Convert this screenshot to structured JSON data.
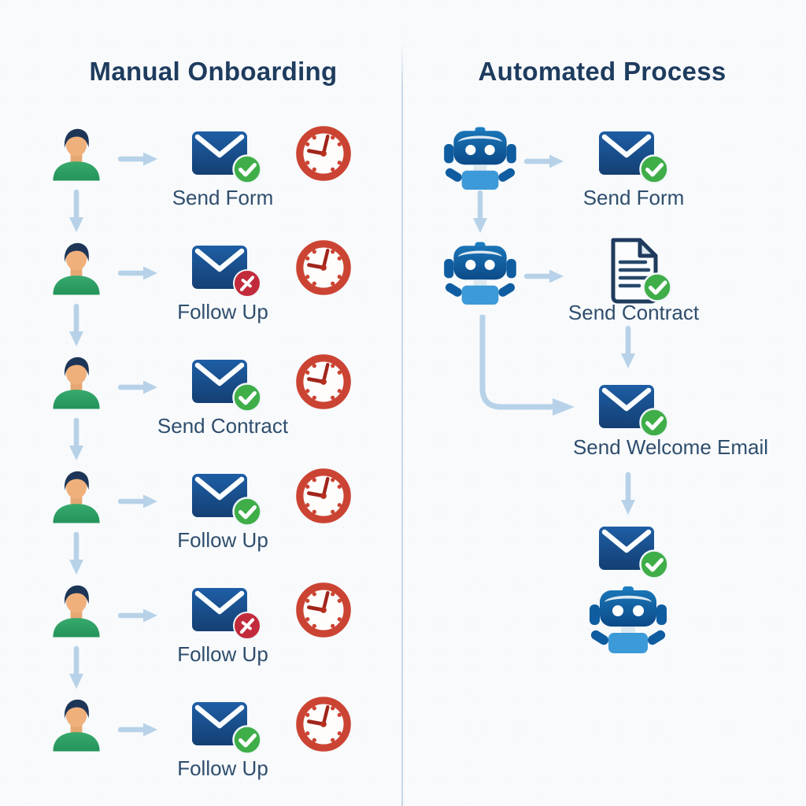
{
  "left_column": {
    "title": "Manual Onboarding",
    "rows": [
      {
        "actor": "person",
        "action_icon": "envelope",
        "badge": "check",
        "label": "Send Form",
        "wait_icon": "clock"
      },
      {
        "actor": "person",
        "action_icon": "envelope",
        "badge": "alert",
        "label": "Follow Up",
        "wait_icon": "clock"
      },
      {
        "actor": "person",
        "action_icon": "envelope",
        "badge": "check",
        "label": "Send Contract",
        "wait_icon": "clock"
      },
      {
        "actor": "person",
        "action_icon": "envelope",
        "badge": "check",
        "label": "Follow Up",
        "wait_icon": "clock"
      },
      {
        "actor": "person",
        "action_icon": "envelope",
        "badge": "alert",
        "label": "Follow Up",
        "wait_icon": "clock"
      },
      {
        "actor": "person",
        "action_icon": "envelope",
        "badge": "check",
        "label": "Follow Up",
        "wait_icon": "clock"
      }
    ]
  },
  "right_column": {
    "title": "Automated Process",
    "steps": [
      {
        "actor": "robot",
        "action_icon": "envelope",
        "badge": "check",
        "label": "Send Form"
      },
      {
        "actor": "robot",
        "action_icon": "document",
        "badge": "check",
        "label": "Send Contract"
      },
      {
        "action_icon": "envelope",
        "badge": "check",
        "label": "Send Welcome Email"
      },
      {
        "action_icon": "envelope",
        "badge": "check",
        "label": ""
      },
      {
        "actor": "robot"
      }
    ]
  },
  "colors": {
    "background": "#f8fafc",
    "title_text": "#1e3c5e",
    "label_text": "#2f4e6d",
    "envelope_blue": "#1a5191",
    "check_green": "#3fae49",
    "alert_red": "#c22b3c",
    "clock_red": "#cb4433",
    "arrow_blue": "#b7d2e8",
    "person_shirt_green": "#2f9e62",
    "person_skin": "#f0b07c",
    "person_hair": "#1d3557",
    "robot_head_blue": "#1465a8",
    "robot_body_blue": "#3d9ad8",
    "divider_line": "#c6d8e8"
  }
}
